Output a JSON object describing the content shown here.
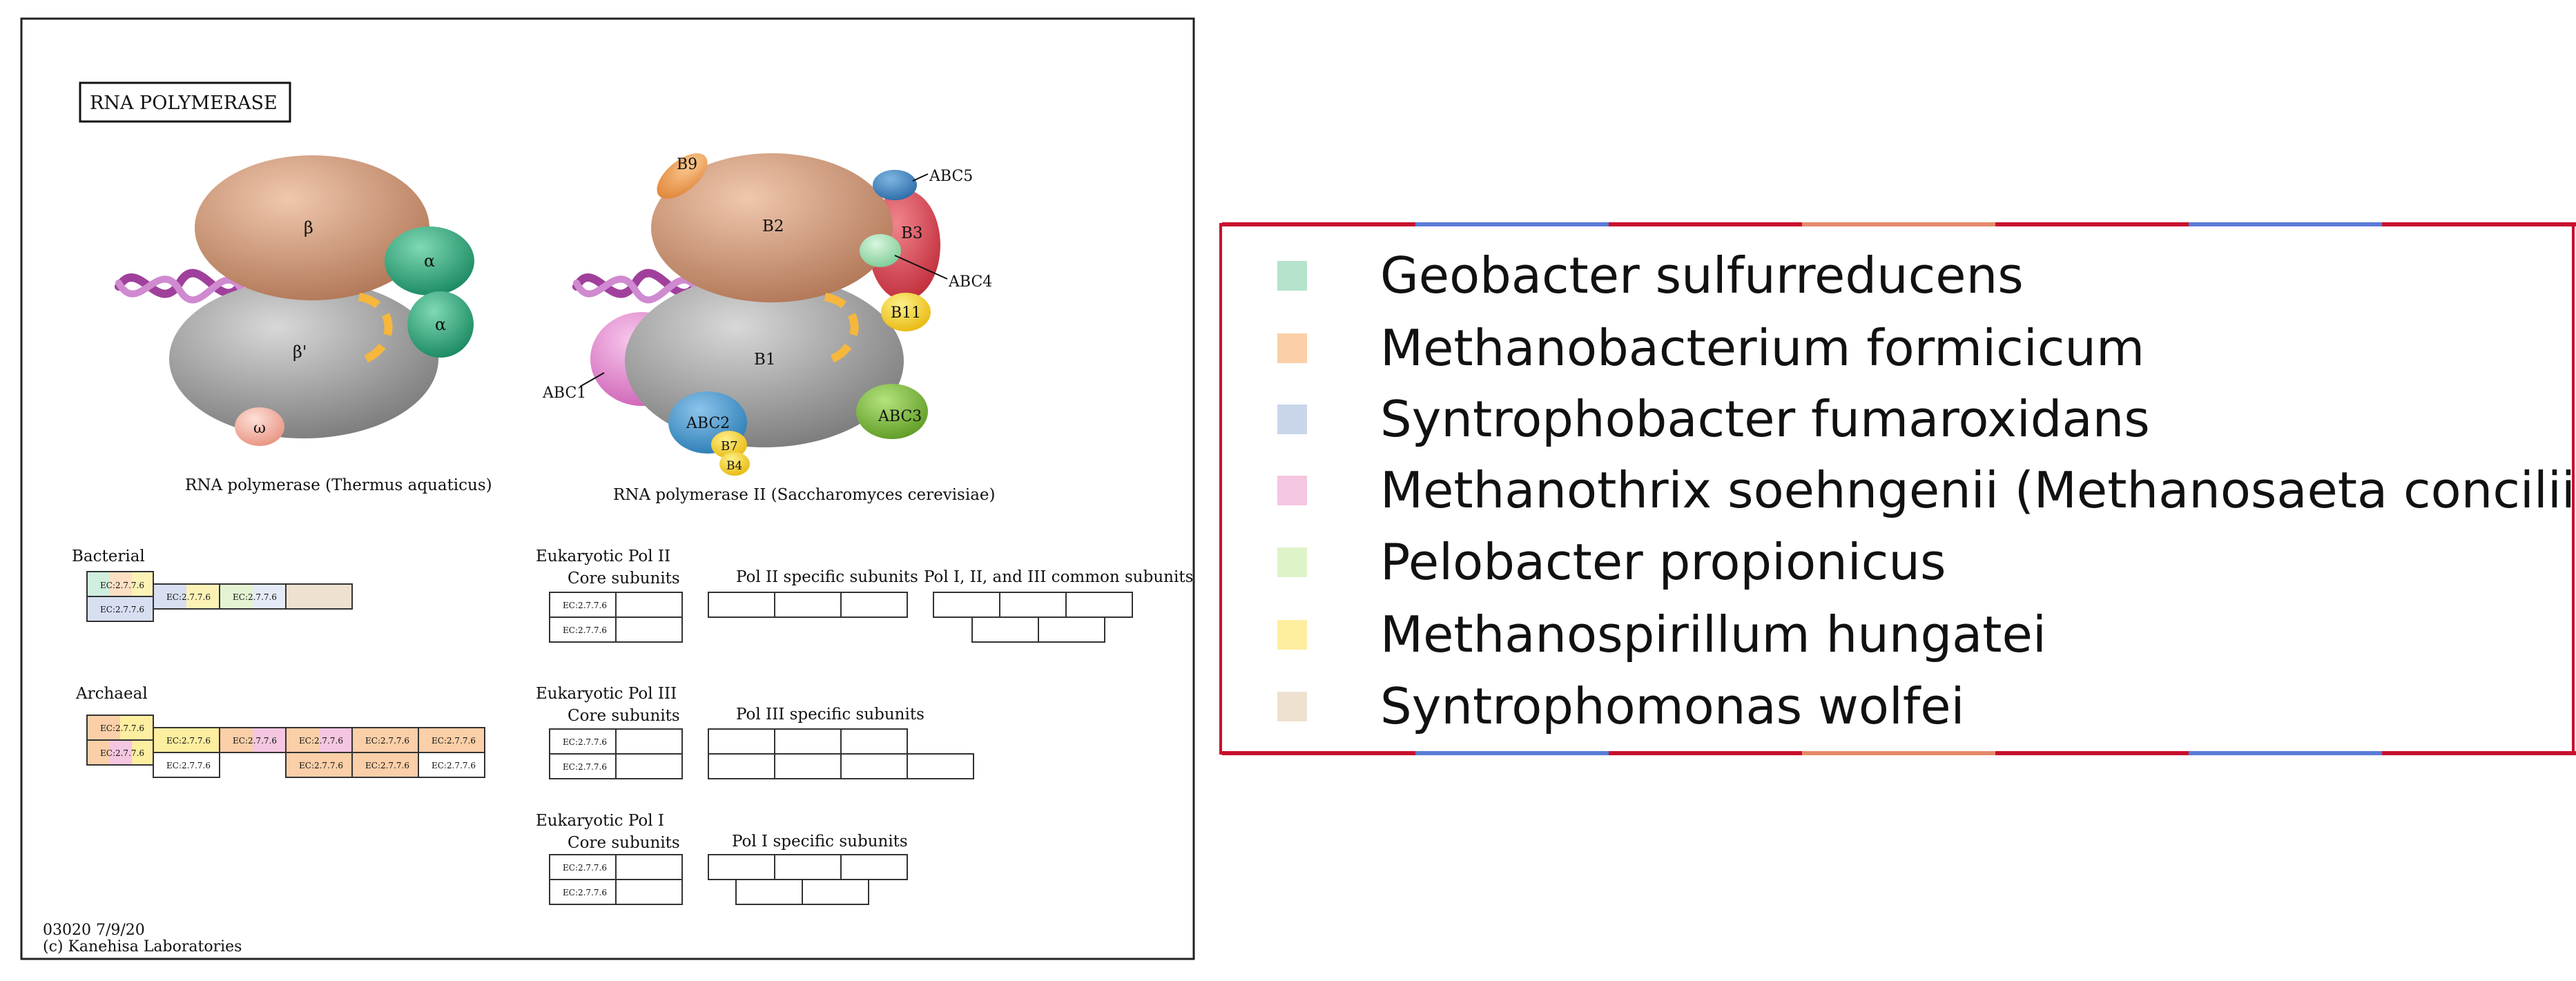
{
  "diagram": {
    "title": "RNA POLYMERASE",
    "footer_id": "03020 7/9/20",
    "footer_copyright": "(c) Kanehisa Laboratories",
    "ec_label": "EC:2.7.7.6",
    "bacterial_structure": {
      "caption": "RNA polymerase (Thermus aquaticus)",
      "subunits": {
        "beta": "β",
        "beta_prime": "β'",
        "alpha": "α",
        "omega": "ω"
      }
    },
    "eukaryotic_structure": {
      "caption": "RNA polymerase II (Saccharomyces cerevisiae)",
      "subunits": {
        "B9": "B9",
        "ABC5": "ABC5",
        "B2": "B2",
        "B3": "B3",
        "ABC4": "ABC4",
        "B11": "B11",
        "B1": "B1",
        "ABC1": "ABC1",
        "ABC2": "ABC2",
        "ABC3": "ABC3",
        "B7": "B7",
        "B4": "B4"
      }
    },
    "groups": {
      "bacterial": "Bacterial",
      "archaeal": "Archaeal",
      "pol2": "Eukaryotic Pol II",
      "pol3": "Eukaryotic Pol III",
      "pol1": "Eukaryotic Pol I",
      "core_subunits": "Core subunits",
      "pol2_specific": "Pol II specific subunits",
      "common": "Pol I, II, and III common subunits",
      "pol3_specific": "Pol III specific subunits",
      "pol1_specific": "Pol I specific subunits"
    }
  },
  "legend": {
    "items": [
      {
        "label": "Geobacter sulfurreducens",
        "color": "#b5e3cc"
      },
      {
        "label": "Methanobacterium formicicum",
        "color": "#fbcfa8"
      },
      {
        "label": "Syntrophobacter fumaroxidans",
        "color": "#c9d6ea"
      },
      {
        "label": "Methanothrix soehngenii (Methanosaeta concilii)",
        "color": "#f5c6e0"
      },
      {
        "label": "Pelobacter propionicus",
        "color": "#dff3c9"
      },
      {
        "label": "Methanospirillum hungatei",
        "color": "#fdeea0"
      },
      {
        "label": "Syntrophomonas wolfei",
        "color": "#efe1cf"
      }
    ]
  },
  "colors": {
    "beta": "#c98f6f",
    "gray": "#9a9a9a",
    "alpha": "#2ba57e",
    "omega": "#f7b6a8",
    "dna": "#a0409c",
    "rna_path": "#f6b73c",
    "B3": "#e04a55",
    "ABC5": "#3e88c7",
    "B9": "#f2a45c",
    "ABC1": "#e58ad0",
    "ABC2": "#4b9cd0",
    "ABC3": "#7fbf3a",
    "B11": "#f5d02a",
    "ABC4": "#a8e3b8"
  }
}
